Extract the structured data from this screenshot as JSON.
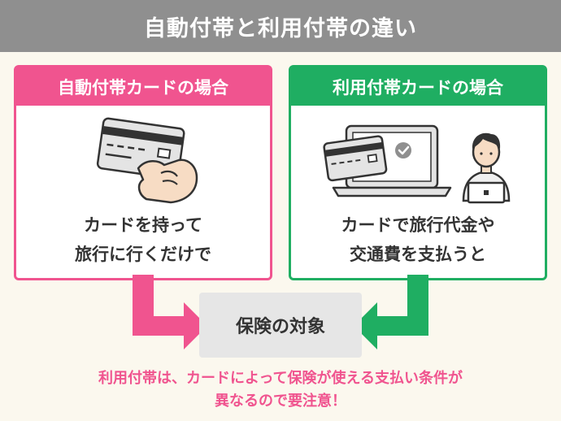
{
  "header": {
    "title": "自動付帯と利用付帯の違い"
  },
  "left_card": {
    "title": "自動付帯カードの場合",
    "lines": [
      "カードを持って",
      "旅行に行くだけで"
    ]
  },
  "right_card": {
    "title": "利用付帯カードの場合",
    "lines": [
      "カードで旅行代金や",
      "交通費を支払うと"
    ]
  },
  "target": {
    "label": "保険の対象"
  },
  "note": {
    "lines": [
      "利用付帯は、カードによって保険が使える支払い条件が",
      "異なるので要注意！"
    ]
  },
  "colors": {
    "pink": "#f0548f",
    "green": "#1fae62",
    "header_gray": "#8f8f8f",
    "target_gray": "#e6e6e6",
    "background": "#fbf8ee"
  }
}
